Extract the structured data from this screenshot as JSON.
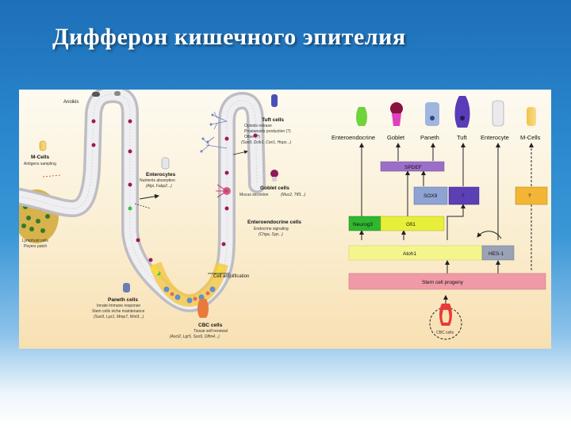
{
  "title": "Дифферон кишечного эпителия",
  "diagram": {
    "left": {
      "anoikis": "Anoikis",
      "m_cells": {
        "title": "M-Cells",
        "desc": "Antigens sampling"
      },
      "lymphoid": {
        "line1": "Lymphoid cells",
        "line2": "Peyers patch"
      },
      "enterocytes": {
        "title": "Enterocytes",
        "desc": "Nutrients absorption",
        "genes": "(Alpi, Fabp2...)"
      },
      "tuft": {
        "title": "Tuft cells",
        "line1": "Opioids release",
        "line2": "Prostanoids production (?)",
        "line3": "Other (?)",
        "genes": "(Sox9, Dclk1, Cox1, Hopx...)"
      },
      "goblet": {
        "title": "Goblet cells",
        "desc": "Mucus secretion",
        "genes": "(Muc2, Tff3...)"
      },
      "enteroendocrine": {
        "title": "Enteroendocrine cells",
        "desc": "Endocrine signaling",
        "genes": "(Chga, Syp...)"
      },
      "amplification": "Cell amplification",
      "paneth": {
        "title": "Paneth cells",
        "line1": "Innate immune response",
        "line2": "Stem cells niche maintenance",
        "genes": "(Sox9, Lyz1, Mmp7, Wnt3...)"
      },
      "cbc": {
        "title": "CBC cells",
        "line1": "Tissue self-renewal",
        "genes": "(Ascl2, Lgr5, Sox9, Olfm4...)"
      }
    },
    "right": {
      "cell_types": [
        "Enteroendocrine",
        "Goblet",
        "Paneth",
        "Tuft",
        "Enterocyte",
        "M-Cells"
      ],
      "spdef": "SPDEF",
      "sox9": "SOX9",
      "q1": "?",
      "q2": "?",
      "neurog3": "Neurog3",
      "gfi1": "Gfi1",
      "atoh1": "Atoh1",
      "hes1": "HES-1",
      "progeny": "Stem cell progeny",
      "cbc": "CBC cells"
    }
  },
  "colors": {
    "spdef": "#9b6fc8",
    "sox9": "#7d93c6",
    "q1": "#5b3fb5",
    "q2": "#f0b030",
    "neurog3": "#2fb82f",
    "gfi1": "#e7ef3a",
    "atoh1": "#f4f58a",
    "hes1": "#9aa2b5",
    "progeny": "#f19aa7"
  }
}
